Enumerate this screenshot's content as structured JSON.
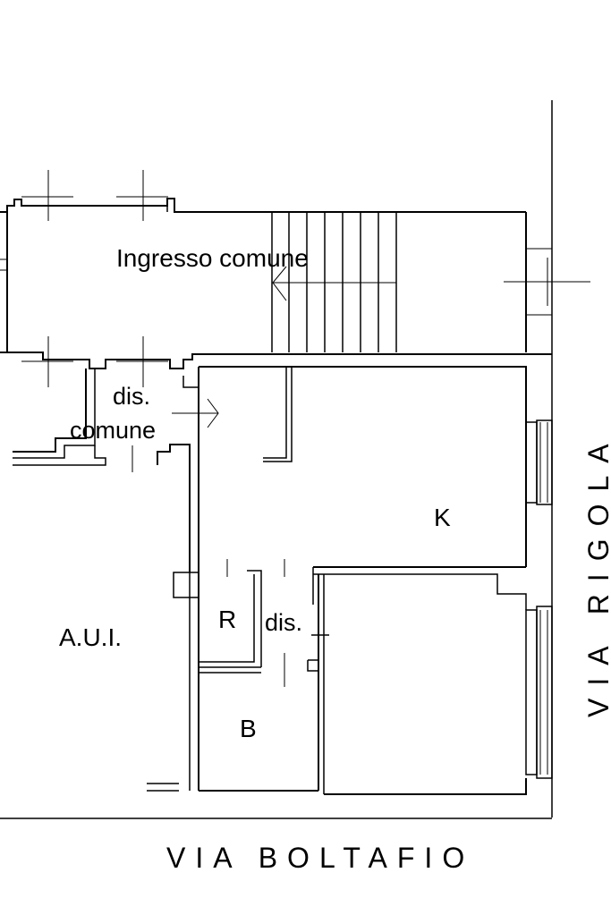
{
  "plan": {
    "labels": {
      "ingresso": "Ingresso comune",
      "dis_comune_1": "dis.",
      "dis_comune_2": "comune",
      "kitchen": "K",
      "aui": "A.U.I.",
      "r": "R",
      "dis": "dis.",
      "bath": "B",
      "via_rigola": "VIA RIGOLA",
      "via_boltafio": "VIA BOLTAFIO"
    }
  }
}
